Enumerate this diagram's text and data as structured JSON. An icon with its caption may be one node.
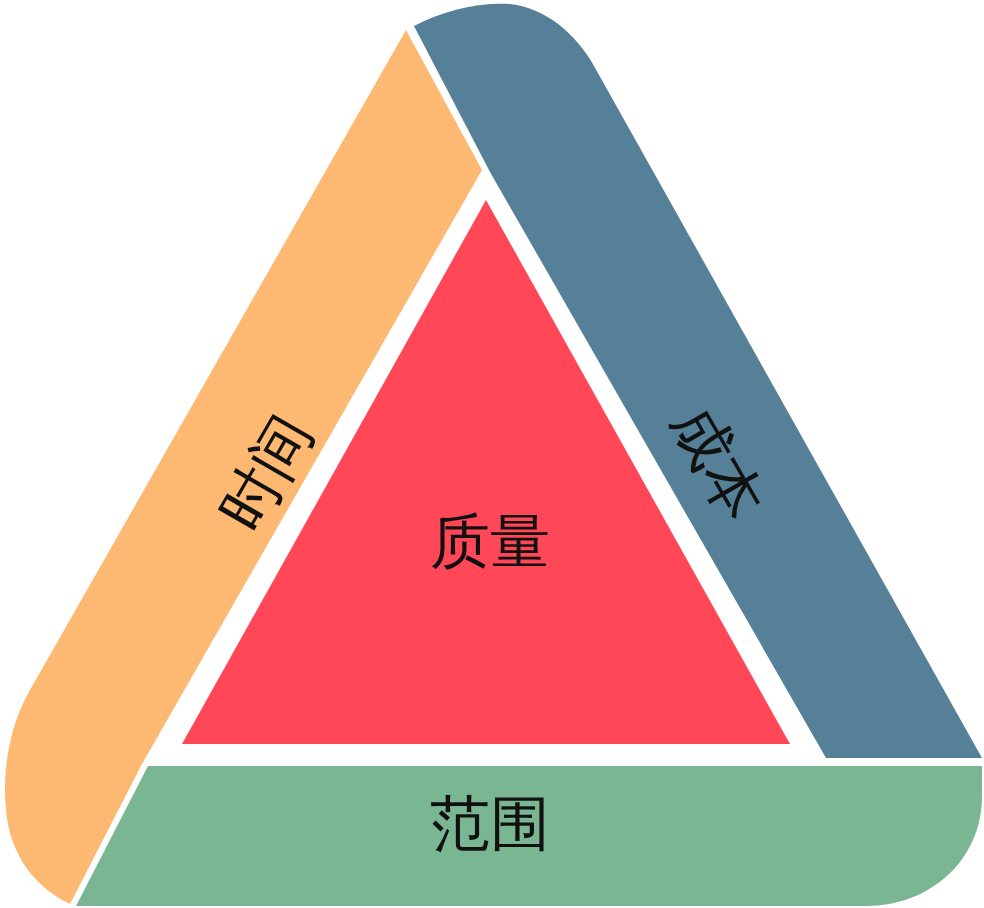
{
  "diagram": {
    "nodes": [
      {
        "text": [
          "时间"
        ]
      },
      {
        "text": [
          "成本"
        ]
      },
      {
        "text": [
          "质量"
        ]
      },
      {
        "text": [
          "范围"
        ]
      }
    ]
  }
}
